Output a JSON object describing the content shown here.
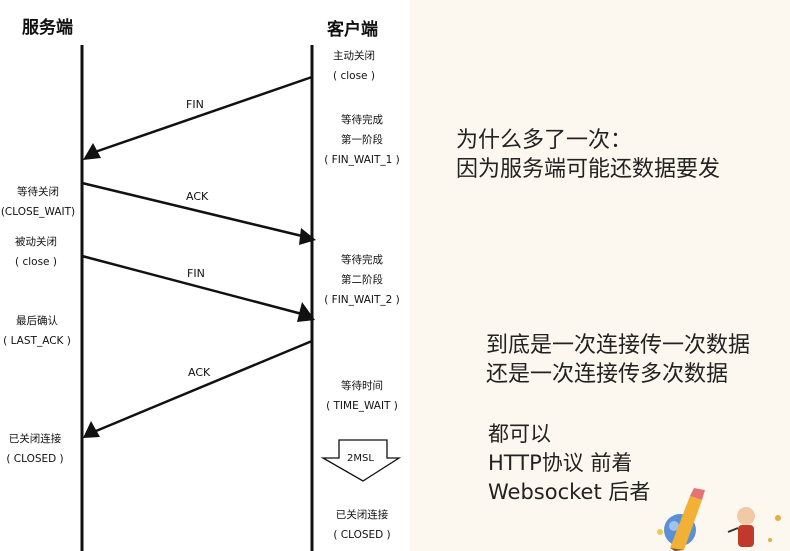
{
  "headers": {
    "server": "服务端",
    "client": "客户端"
  },
  "client_states": [
    [
      "主动关闭",
      "( close )"
    ],
    [
      "等待完成",
      "第一阶段",
      "( FIN_WAIT_1 )"
    ],
    [
      "等待完成",
      "第二阶段",
      "( FIN_WAIT_2 )"
    ],
    [
      "等待时间",
      "( TIME_WAIT )"
    ],
    [
      "已关闭连接",
      "( CLOSED )"
    ]
  ],
  "server_states": [
    [
      "等待关闭",
      "(CLOSE_WAIT)"
    ],
    [
      "被动关闭",
      "( close )"
    ],
    [
      "最后确认",
      "( LAST_ACK )"
    ],
    [
      "已关闭连接",
      "( CLOSED )"
    ]
  ],
  "messages": [
    "FIN",
    "ACK",
    "FIN",
    "ACK"
  ],
  "timer_label": "2MSL",
  "notes": {
    "question": [
      "为什么多了一次：",
      "因为服务端可能还数据要发"
    ],
    "answer": [
      "到底是一次连接传一次数据",
      "还是一次连接传多次数据"
    ],
    "conclusion": [
      "都可以",
      "HTTP协议 前着",
      "Websocket 后者"
    ]
  }
}
